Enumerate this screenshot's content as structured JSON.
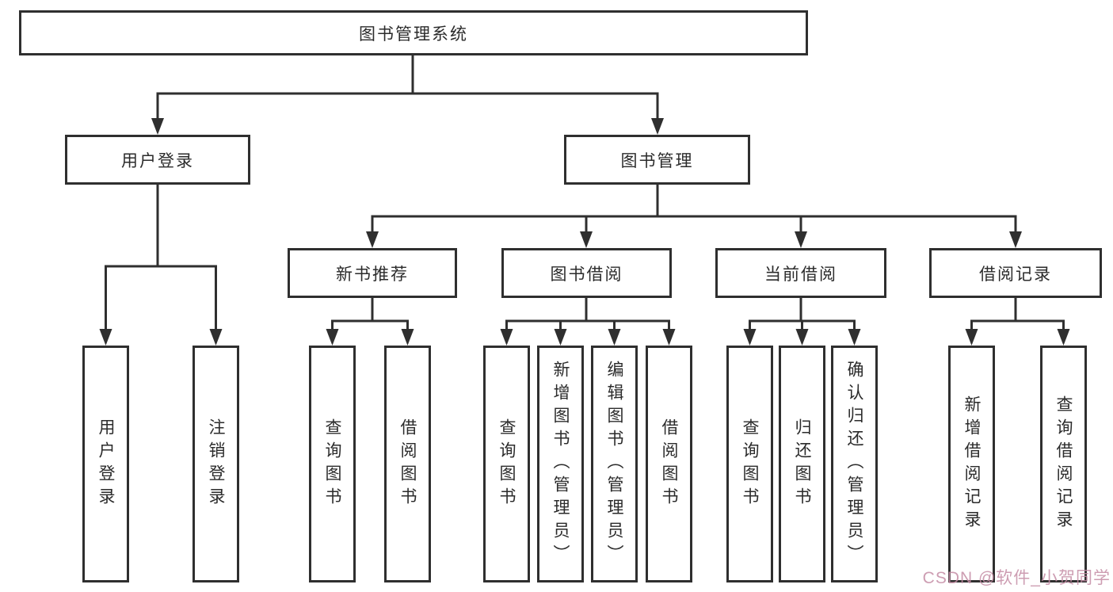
{
  "root": {
    "label": "图书管理系统"
  },
  "level2": {
    "user_login": "用户登录",
    "book_mgmt": "图书管理"
  },
  "level3": {
    "new_book_rec": "新书推荐",
    "book_borrow": "图书借阅",
    "current_borrow": "当前借阅",
    "borrow_record": "借阅记录"
  },
  "leaves": {
    "user_login_login": "用户登录",
    "user_login_logout": "注销登录",
    "rec_query_book": "查询图书",
    "rec_borrow_book": "借阅图书",
    "borrow_query_book": "查询图书",
    "borrow_add_book": "新增图书（管理员）",
    "borrow_edit_book": "编辑图书（管理员）",
    "borrow_borrow_book": "借阅图书",
    "current_query_book": "查询图书",
    "current_return_book": "归还图书",
    "current_confirm_return": "确认归还（管理员）",
    "record_add_record": "新增借阅记录",
    "record_query_record": "查询借阅记录"
  },
  "watermark": "CSDN @软件_小贺同学",
  "colors": {
    "line": "#2f2f2f",
    "text": "#2b2b2b",
    "watermark": "#c48ca4",
    "background": "#ffffff"
  }
}
